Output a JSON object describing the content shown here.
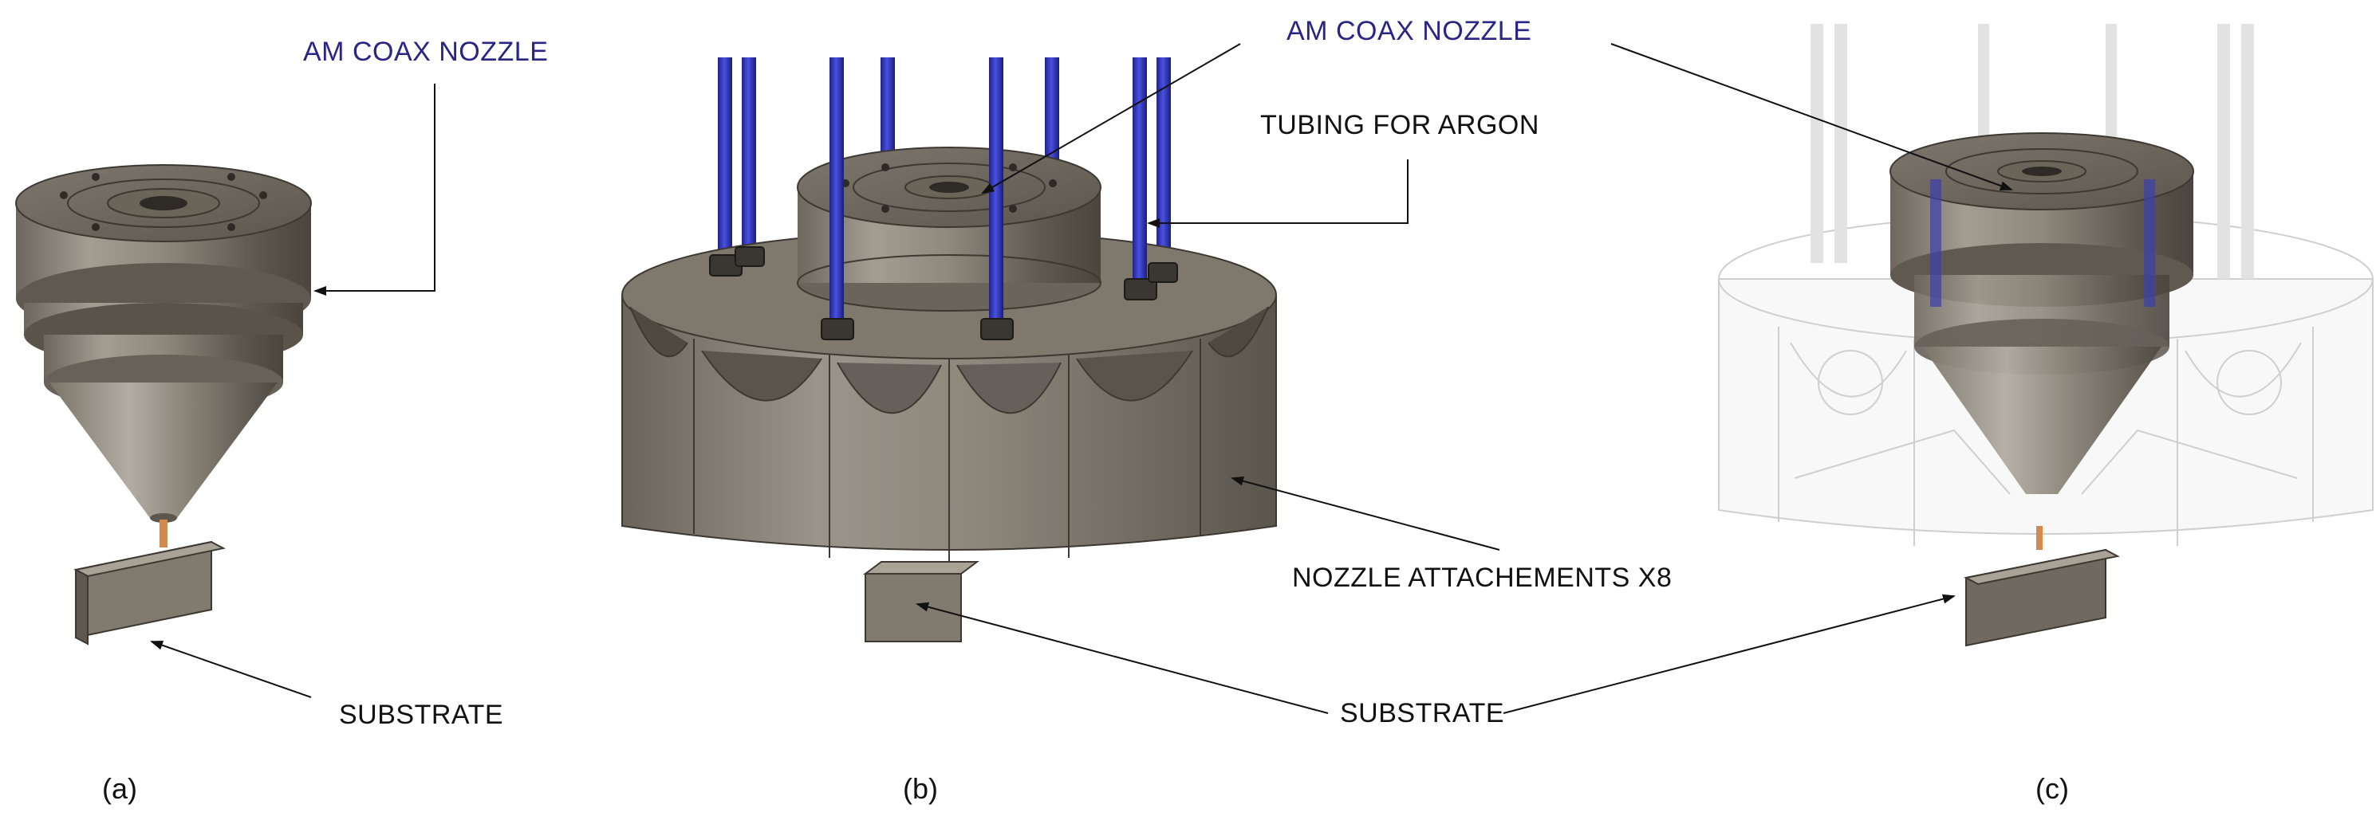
{
  "panels": {
    "a": {
      "caption": "(a)",
      "labels": {
        "nozzle": "AM COAX NOZZLE",
        "substrate": "SUBSTRATE"
      }
    },
    "b": {
      "caption": "(b)",
      "labels": {
        "nozzle": "AM COAX NOZZLE",
        "tubing": "TUBING FOR ARGON",
        "attachments": "NOZZLE ATTACHEMENTS X8",
        "substrate": "SUBSTRATE"
      }
    },
    "c": {
      "caption": "(c)"
    }
  },
  "colors": {
    "nozzle_label": "#2a2485",
    "label": "#111111",
    "metal": "#8a847a",
    "tube": "#2b2fb5",
    "wire": "#d4d4d4"
  }
}
